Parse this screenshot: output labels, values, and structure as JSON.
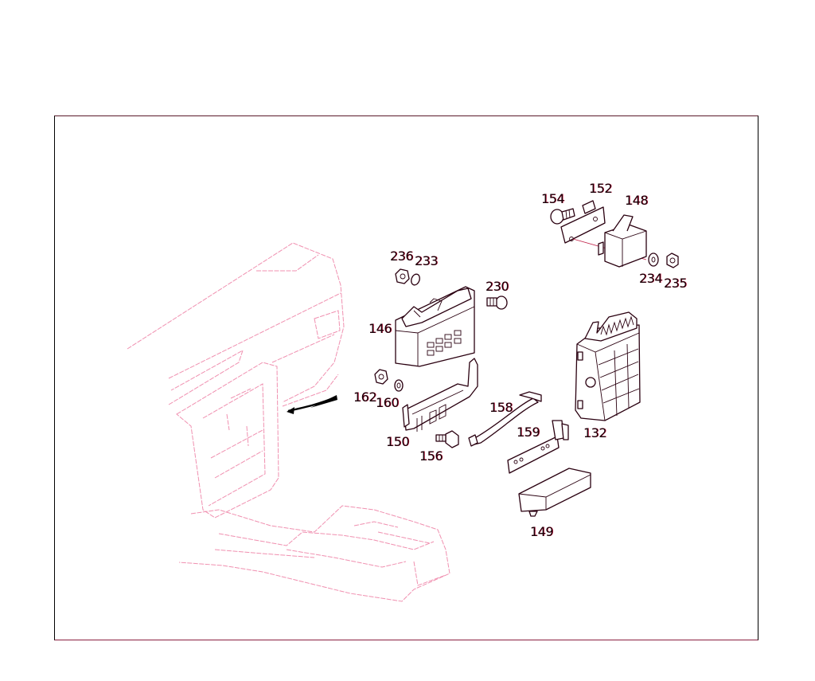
{
  "diagram": {
    "type": "exploded-parts-view",
    "subject": "control unit / relay module mounting under dashboard center console",
    "colors": {
      "frame_border": "#000000",
      "ghost_outline": "#f090b0",
      "part_line": "#2a0010",
      "accent_red": "#c02048",
      "background": "#ffffff"
    },
    "callouts": [
      {
        "id": "154",
        "label": "154",
        "part": "bolt"
      },
      {
        "id": "152",
        "label": "152",
        "part": "mounting-bracket"
      },
      {
        "id": "148",
        "label": "148",
        "part": "relay-module"
      },
      {
        "id": "234",
        "label": "234",
        "part": "washer"
      },
      {
        "id": "235",
        "label": "235",
        "part": "nut"
      },
      {
        "id": "236",
        "label": "236",
        "part": "nut"
      },
      {
        "id": "233",
        "label": "233",
        "part": "washer"
      },
      {
        "id": "230",
        "label": "230",
        "part": "screw"
      },
      {
        "id": "146",
        "label": "146",
        "part": "relay-box"
      },
      {
        "id": "162",
        "label": "162",
        "part": "nut"
      },
      {
        "id": "160",
        "label": "160",
        "part": "washer"
      },
      {
        "id": "150",
        "label": "150",
        "part": "bracket"
      },
      {
        "id": "156",
        "label": "156",
        "part": "bolt"
      },
      {
        "id": "158",
        "label": "158",
        "part": "strap"
      },
      {
        "id": "159",
        "label": "159",
        "part": "plate-bracket"
      },
      {
        "id": "132",
        "label": "132",
        "part": "control-unit"
      },
      {
        "id": "149",
        "label": "149",
        "part": "cover"
      }
    ]
  }
}
